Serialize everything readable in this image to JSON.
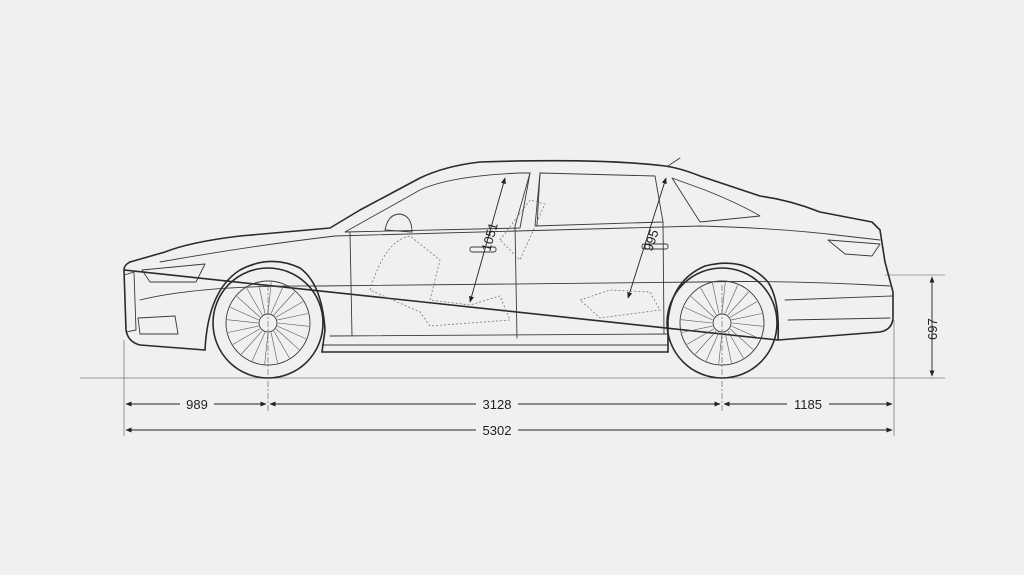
{
  "colors": {
    "background": "#f0f0f0",
    "line": "#2a2a2a",
    "ground": "#999999"
  },
  "dimensions": {
    "front_overhang": "989",
    "wheelbase": "3128",
    "rear_overhang": "1185",
    "overall_length": "5302",
    "rear_height": "697",
    "front_headroom": "1051",
    "rear_headroom": "995"
  }
}
